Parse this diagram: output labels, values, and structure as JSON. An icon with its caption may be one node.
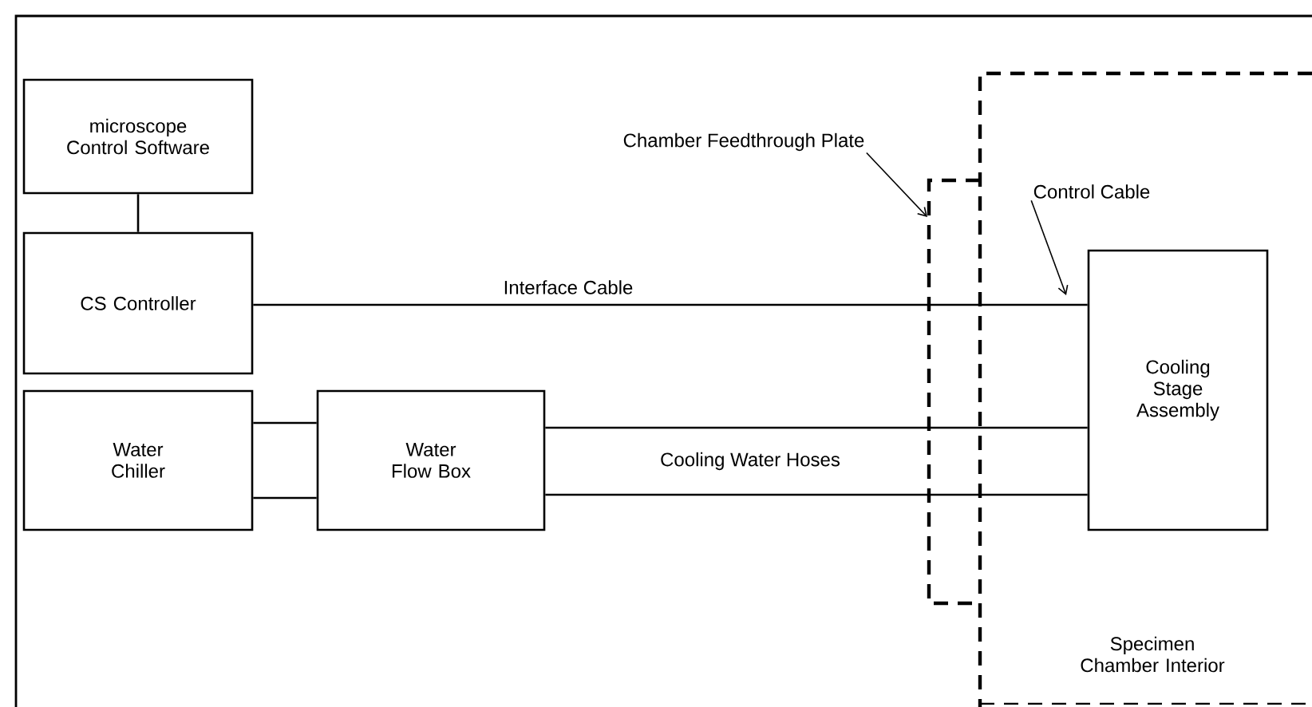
{
  "diagram": {
    "nodes": [
      {
        "text": [
          "microscope Control Software"
        ]
      },
      {
        "text": [
          "CS Controller"
        ]
      },
      {
        "text": [
          "Water Chiller"
        ]
      },
      {
        "text": [
          "Water Flow Box"
        ]
      },
      {
        "text": [
          "Cooling Stage Assembly"
        ]
      },
      {
        "text": [
          "Chamber Feedthrough Plate"
        ]
      },
      {
        "text": [
          "Control Cable"
        ]
      }
    ],
    "edges": [
      {
        "from": 0,
        "to": 1,
        "arrow": "none"
      },
      {
        "from": 1,
        "to": 4,
        "arrow": "none",
        "label": "Interface Cable"
      },
      {
        "from": 2,
        "to": 3,
        "arrow": "none"
      },
      {
        "from": 2,
        "to": 3,
        "arrow": "none"
      },
      {
        "from": 3,
        "to": 4,
        "arrow": "none",
        "label": "Cooling Water Hoses"
      },
      {
        "from": 3,
        "to": 4,
        "arrow": "none"
      },
      {
        "from": 5,
        "to": null,
        "arrow": "to"
      },
      {
        "from": 6,
        "to": null,
        "arrow": "to"
      }
    ],
    "labels": [
      "Specimen Chamber Interior"
    ]
  }
}
